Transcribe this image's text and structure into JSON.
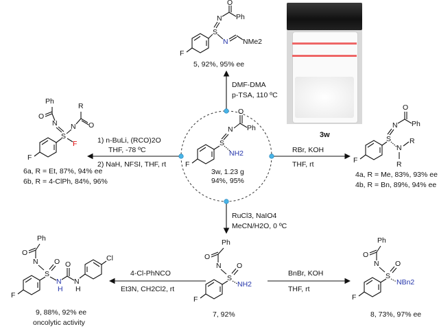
{
  "center": {
    "compound_text": "3w, 1.23 g",
    "compound_id": "3w",
    "amount": "1.23 g",
    "yield_text": "94%, 95%"
  },
  "photo": {
    "caption": "3w"
  },
  "atoms": {
    "F": "F",
    "S": "S",
    "N": "N",
    "O": "O",
    "Ph": "Ph",
    "R": "R",
    "NH2": "NH2",
    "NMe2": "NMe2",
    "NBn2": "NBn2",
    "NH": "H",
    "NH_N": "N",
    "Cl": "Cl"
  },
  "top": {
    "conditions": [
      "DMF-DMA",
      "p-TSA, 110 ºC"
    ],
    "product": "5, 92%, 95% ee"
  },
  "left": {
    "conditions": [
      "1) n-BuLi, (RCO)2O",
      "THF, -78 ºC",
      "2) NaH, NFSI, THF, rt"
    ],
    "products": [
      "6a, R = Et, 87%, 94% ee",
      "6b, R = 4-ClPh, 84%, 96%"
    ]
  },
  "right": {
    "conditions": [
      "RBr, KOH",
      "THF, rt"
    ],
    "products": [
      "4a, R = Me, 83%, 93% ee",
      "4b, R = Bn, 89%, 94% ee"
    ]
  },
  "bottom": {
    "conditions": [
      "RuCl3, NaIO4",
      "MeCN/H2O, 0 ºC"
    ],
    "product": "7, 92%"
  },
  "bottom_left": {
    "conditions": [
      "4-Cl-PhNCO",
      "Et3N, CH2Cl2, rt"
    ],
    "product": "9, 88%, 92% ee",
    "note": "oncolytic activity"
  },
  "bottom_right": {
    "conditions": [
      "BnBr, KOH",
      "THF, rt"
    ],
    "product": "8, 73%, 97% ee"
  }
}
